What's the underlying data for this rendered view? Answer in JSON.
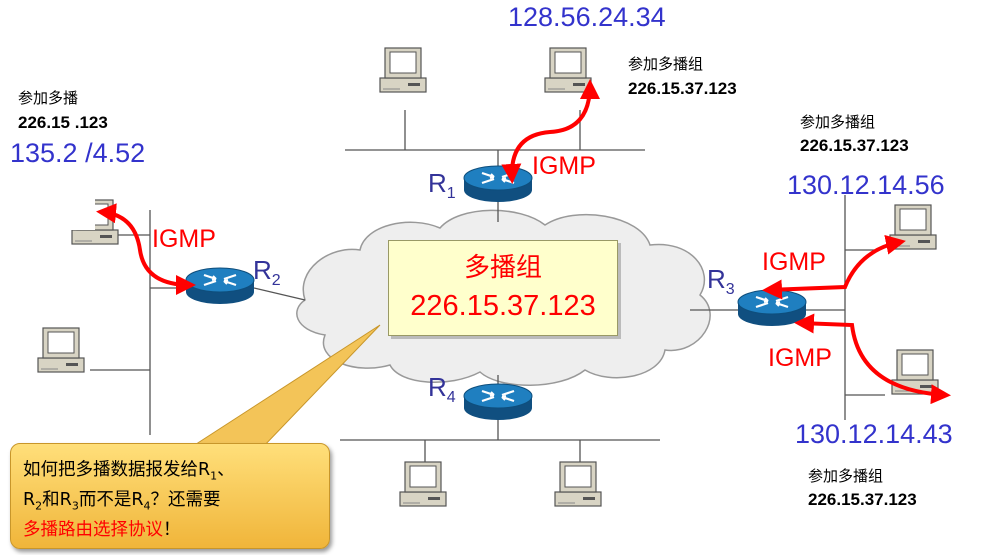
{
  "ip_addresses": {
    "top": "128.56.24.34",
    "left": "135.2  /4.52",
    "right_top": "130.12.14.56",
    "right_bottom": "130.12.14.43"
  },
  "join_labels": {
    "top": "参加多播组",
    "left": "参加多播",
    "right_top": "参加多播组",
    "right_bottom": "参加多播组"
  },
  "group_addresses": {
    "top": "226.15.37.123",
    "left": "226.15    .123",
    "right_top": "226.15.37.123",
    "right_bottom": "226.15.37.123"
  },
  "igmp_label": "IGMP",
  "routers": {
    "r1": {
      "letter": "R",
      "sub": "1"
    },
    "r2": {
      "letter": "R",
      "sub": "2"
    },
    "r3": {
      "letter": "R",
      "sub": "3"
    },
    "r4": {
      "letter": "R",
      "sub": "4"
    }
  },
  "multicast_group": {
    "title": "多播组",
    "address": "226.15.37.123"
  },
  "callout": {
    "line1_a": "如何把多播数据报发给R",
    "line1_sub": "1",
    "line1_b": "、",
    "line2_a": "R",
    "line2_sub1": "2",
    "line2_b": "和R",
    "line2_sub2": "3",
    "line2_c": "而不是R",
    "line2_sub3": "4",
    "line2_d": "？还需要",
    "line3_red": "多播路由选择协议",
    "line3_end": "！"
  },
  "colors": {
    "ip_text": "#3333cc",
    "igmp_text": "#ff0000",
    "arrow": "#ff0000",
    "router_body": "#1f7fc0",
    "box_fill": "#ffffcc",
    "callout_fill": "#f0b53a"
  }
}
